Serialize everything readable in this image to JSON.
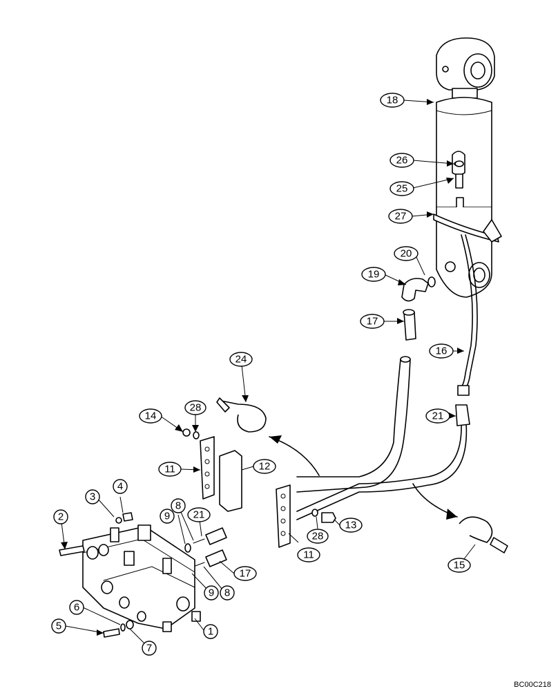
{
  "drawing_code": "BC00C218",
  "callouts": [
    {
      "id": "c1",
      "label": "1"
    },
    {
      "id": "c2",
      "label": "2"
    },
    {
      "id": "c3",
      "label": "3"
    },
    {
      "id": "c4",
      "label": "4"
    },
    {
      "id": "c5",
      "label": "5"
    },
    {
      "id": "c6",
      "label": "6"
    },
    {
      "id": "c7",
      "label": "7"
    },
    {
      "id": "c8a",
      "label": "8"
    },
    {
      "id": "c8b",
      "label": "8"
    },
    {
      "id": "c9a",
      "label": "9"
    },
    {
      "id": "c9b",
      "label": "9"
    },
    {
      "id": "c11a",
      "label": "11"
    },
    {
      "id": "c11b",
      "label": "11"
    },
    {
      "id": "c12",
      "label": "12"
    },
    {
      "id": "c13",
      "label": "13"
    },
    {
      "id": "c14",
      "label": "14"
    },
    {
      "id": "c15",
      "label": "15"
    },
    {
      "id": "c16",
      "label": "16"
    },
    {
      "id": "c17a",
      "label": "17"
    },
    {
      "id": "c17b",
      "label": "17"
    },
    {
      "id": "c18",
      "label": "18"
    },
    {
      "id": "c19",
      "label": "19"
    },
    {
      "id": "c20",
      "label": "20"
    },
    {
      "id": "c21a",
      "label": "21"
    },
    {
      "id": "c21b",
      "label": "21"
    },
    {
      "id": "c24",
      "label": "24"
    },
    {
      "id": "c25",
      "label": "25"
    },
    {
      "id": "c26",
      "label": "26"
    },
    {
      "id": "c27",
      "label": "27"
    },
    {
      "id": "c28a",
      "label": "28"
    },
    {
      "id": "c28b",
      "label": "28"
    }
  ]
}
